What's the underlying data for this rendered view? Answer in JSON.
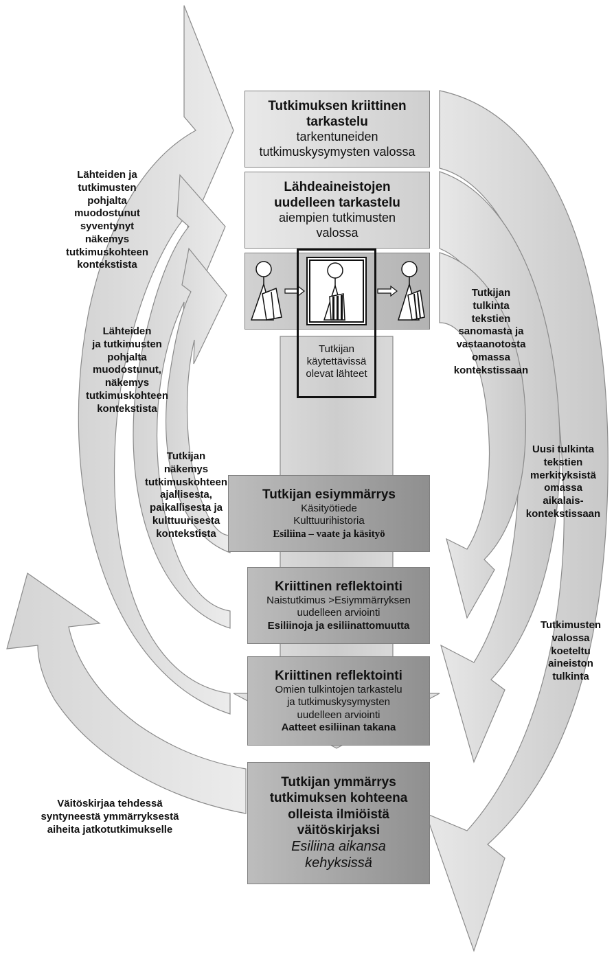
{
  "boxes": {
    "critical_review": {
      "title_line1": "Tutkimuksen kriittinen",
      "title_line2": "tarkastelu",
      "sub_line1": "tarkentuneiden",
      "sub_line2": "tutkimuskysymysten valossa"
    },
    "source_review": {
      "title_line1": "Lähdeaineistojen",
      "title_line2": "uudelleen tarkastelu",
      "sub_line1": "aiempien tutkimusten",
      "sub_line2": "valossa"
    },
    "sources": {
      "line1": "Tutkijan",
      "line2": "käytettävissä",
      "line3": "olevat lähteet"
    },
    "preunderstanding": {
      "title": "Tutkijan esiymmärrys",
      "line1": "Käsityötiede",
      "line2": "Kulttuurihistoria",
      "line3": "Esiliina – vaate ja käsityö"
    },
    "reflection1": {
      "title": "Kriittinen reflektointi",
      "line1": "Naistutkimus >Esiymmärryksen",
      "line2": "uudelleen arviointi",
      "line3": "Esiliinoja ja esiliinattomuutta"
    },
    "reflection2": {
      "title": "Kriittinen reflektointi",
      "line1": "Omien tulkintojen tarkastelu",
      "line2": "ja tutkimuskysymysten",
      "line3": "uudelleen arviointi",
      "line4": "Aatteet esiliinan takana"
    },
    "understanding": {
      "line1": "Tutkijan ymmärrys",
      "line2": "tutkimuksen kohteena",
      "line3": "olleista ilmiöistä",
      "line4": "väitöskirjaksi",
      "line5": "Esiliina aikansa",
      "line6": "kehyksissä"
    }
  },
  "labels": {
    "left1": [
      "Lähteiden ja",
      "tutkimusten",
      "pohjalta",
      "muodostunut",
      "syventynyt",
      "näkemys",
      "tutkimuskohteen",
      "kontekstista"
    ],
    "left2": [
      "Lähteiden",
      "ja tutkimusten",
      "pohjalta",
      "muodostunut,",
      "näkemys",
      "tutkimuskohteen",
      "kontekstista"
    ],
    "left3": [
      "Tutkijan",
      "näkemys",
      "tutkimuskohteen",
      "ajallisesta,",
      "paikallisesta ja",
      "kulttuurisesta",
      "kontekstista"
    ],
    "right1": [
      "Tutkijan",
      "tulkinta",
      "tekstien",
      "sanomasta ja",
      "vastaanotosta",
      "omassa",
      "kontekstissaan"
    ],
    "right2": [
      "Uusi tulkinta",
      "tekstien",
      "merkityksistä",
      "omassa",
      "aikalais-",
      "kontekstissaan"
    ],
    "right3": [
      "Tutkimusten",
      "valossa",
      "koeteltu",
      "aineiston",
      "tulkinta"
    ],
    "bottom_left": [
      "Väitöskirjaa tehdessä",
      "syntyneestä ymmärryksestä",
      "aiheita jatkotutkimukselle"
    ]
  },
  "colors": {
    "arrow_fill": "#dcdcdc",
    "arrow_stroke": "#8a8a8a",
    "box_border": "#7f7f7f",
    "frame": "#111111"
  }
}
